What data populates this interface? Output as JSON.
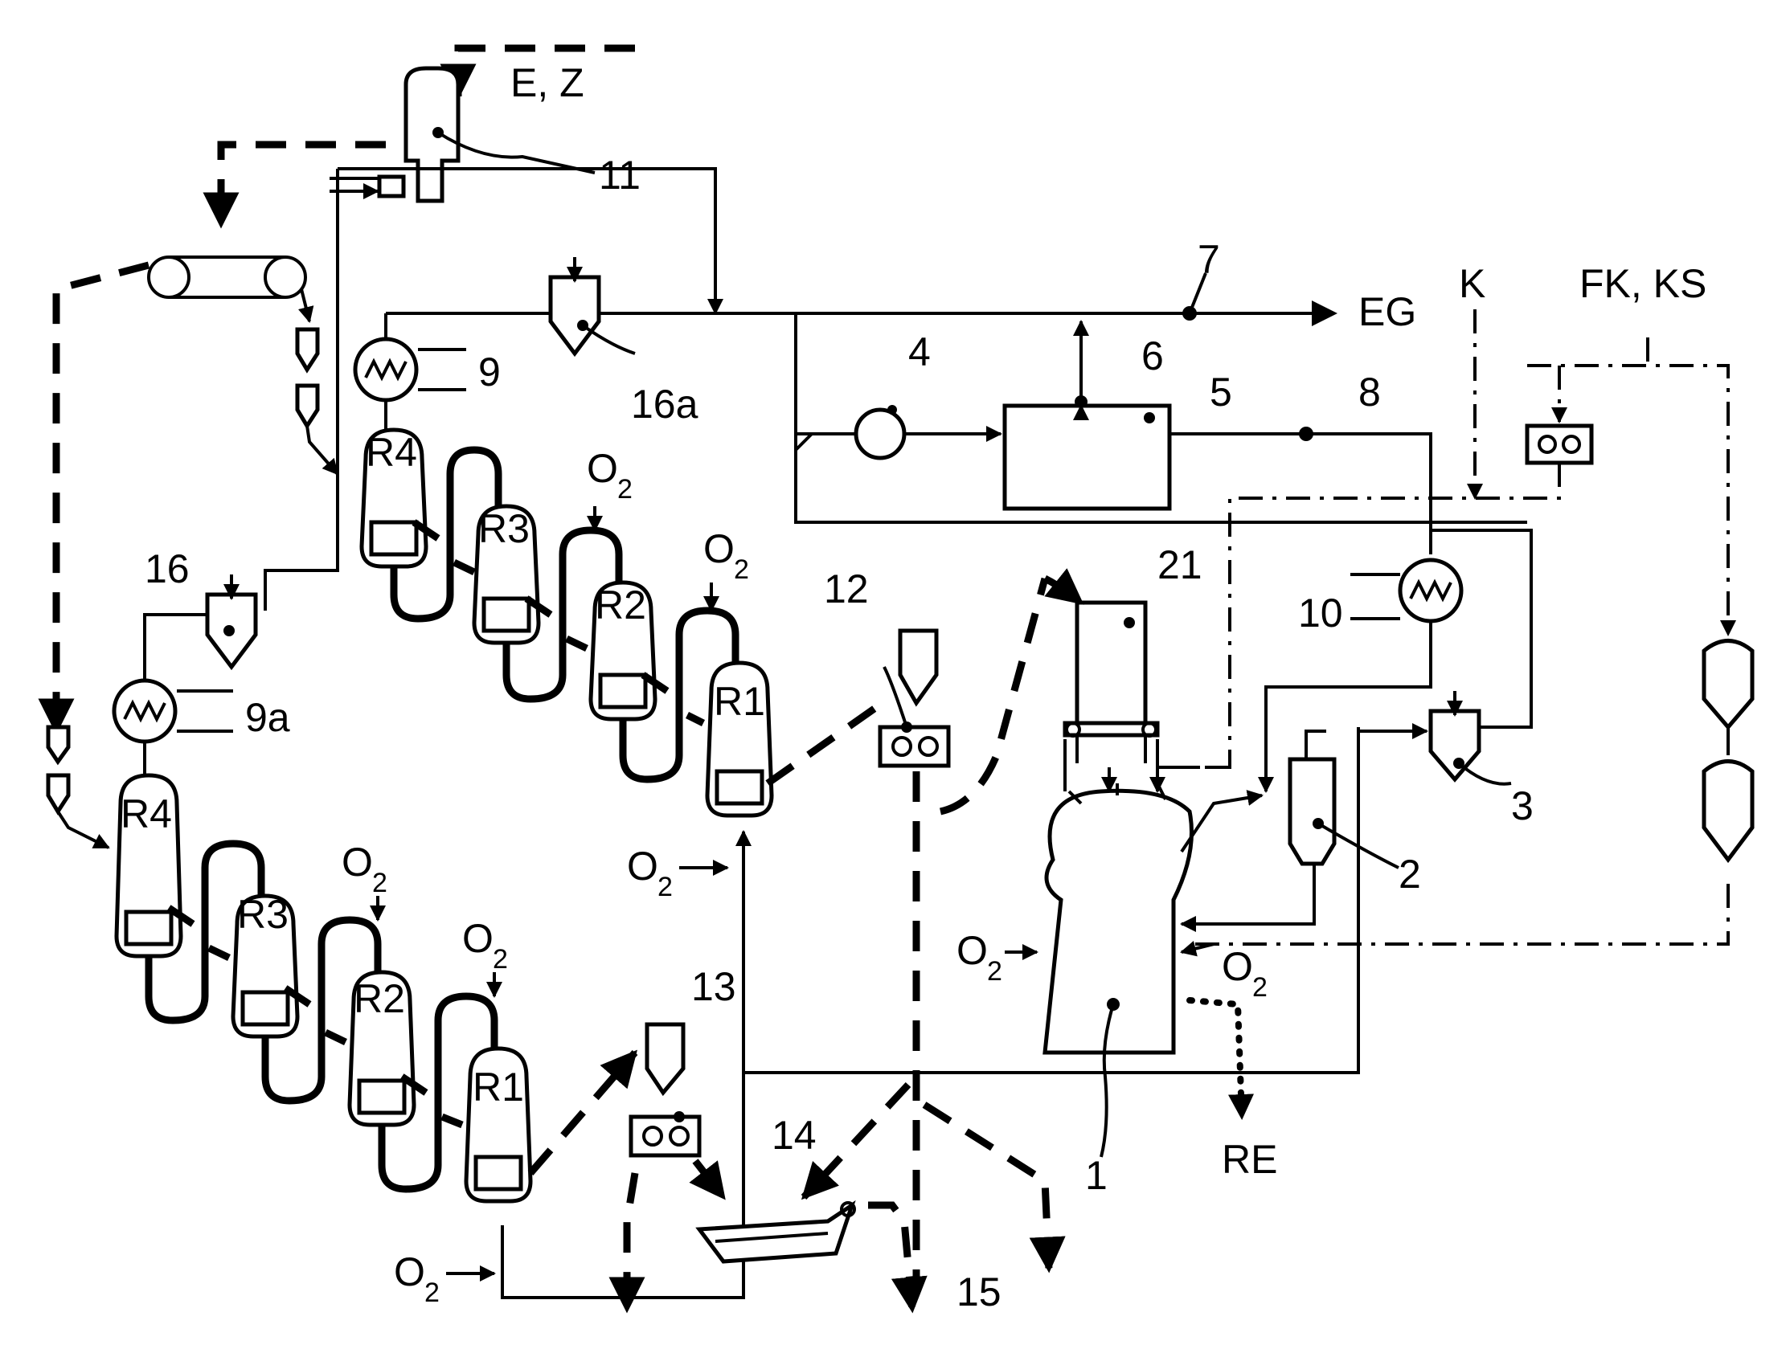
{
  "labels": {
    "feed_ez": "E, Z",
    "n11": "11",
    "n7": "7",
    "eg": "EG",
    "k": "K",
    "fk_ks": "FK, KS",
    "n9": "9",
    "n16a": "16a",
    "n4": "4",
    "n6": "6",
    "n5": "5",
    "n8": "8",
    "n16": "16",
    "n9a": "9a",
    "n12": "12",
    "n21": "21",
    "n10": "10",
    "n3": "3",
    "n2": "2",
    "n13": "13",
    "n14": "14",
    "n15": "15",
    "n1": "1",
    "re": "RE",
    "o2": "O",
    "o2_sub": "2"
  },
  "reactors": {
    "upper": [
      "R4",
      "R3",
      "R2",
      "R1"
    ],
    "lower": [
      "R4",
      "R3",
      "R2",
      "R1"
    ]
  },
  "colors": {
    "line": "#000000",
    "background": "#ffffff"
  }
}
